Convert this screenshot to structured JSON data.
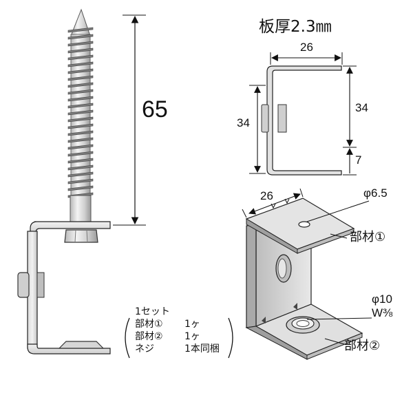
{
  "dimensions": {
    "screw_length": "65",
    "thickness_label": "板厚2.3㎜",
    "top_width": "26",
    "left_height": "34",
    "right_height": "34",
    "lip": "7",
    "iso_width": "26",
    "hole_small": "φ6.5",
    "hole_large": "φ10",
    "thread": "W⅜"
  },
  "parts": {
    "part1": "部材①",
    "part2": "部材②"
  },
  "set_list": {
    "title": "1セット",
    "rows": [
      {
        "name": "部材①",
        "qty": "1ヶ"
      },
      {
        "name": "部材②",
        "qty": "1ヶ"
      },
      {
        "name": "ネジ",
        "qty": "1本同梱"
      }
    ]
  },
  "colors": {
    "metal_light": "#eeeeee",
    "metal_mid": "#c8c8c8",
    "metal_dark": "#888888",
    "line": "#111111"
  }
}
